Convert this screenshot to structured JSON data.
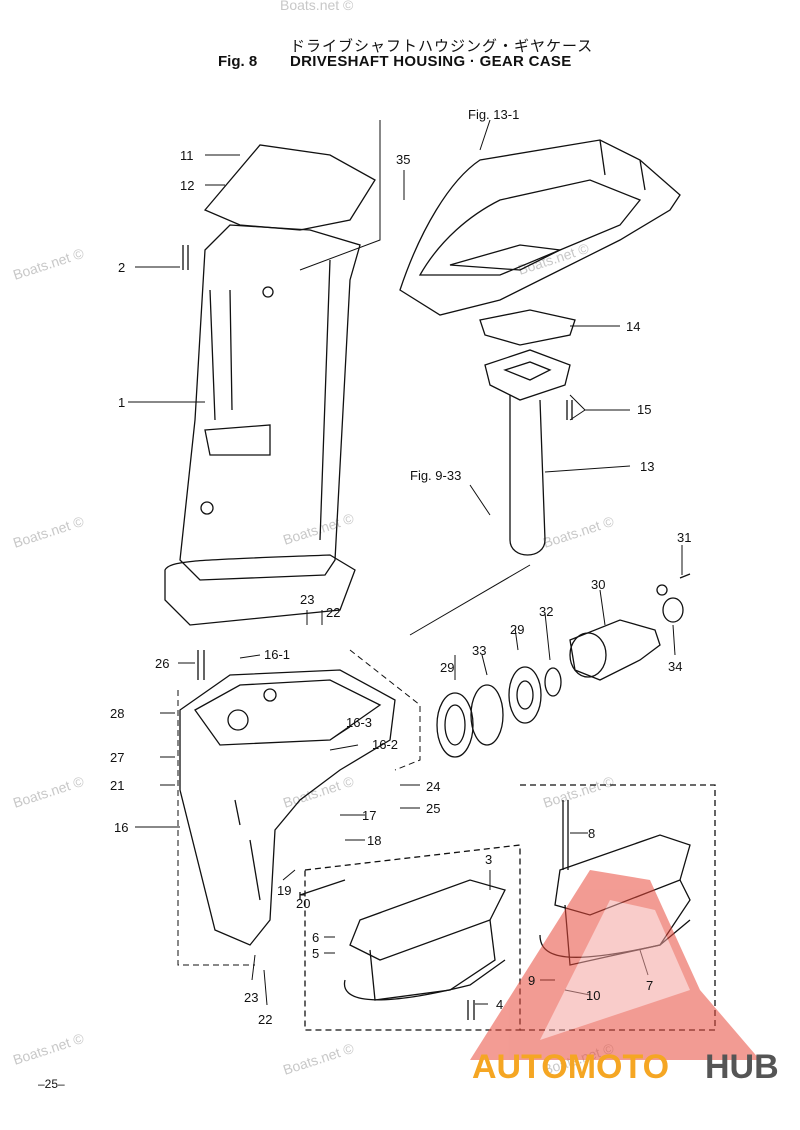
{
  "header": {
    "japanese_title": "ドライブシャフトハウジング・ギヤケース",
    "fig_label": "Fig. 8",
    "english_title": "DRIVESHAFT HOUSING · GEAR CASE"
  },
  "references": {
    "fig13": "Fig. 13-1",
    "fig9": "Fig. 9-33"
  },
  "watermark": "Boats.net ©",
  "page_number": "–25–",
  "logo": {
    "part1": "AUTOMOTO",
    "part2": "HUB",
    "color1": "#f5a623",
    "color2": "#555555",
    "accent": "#e94b3c"
  },
  "parts": {
    "p1": "1",
    "p2": "2",
    "p3": "3",
    "p4": "4",
    "p5": "5",
    "p6": "6",
    "p7": "7",
    "p8": "8",
    "p9": "9",
    "p10": "10",
    "p11": "11",
    "p12": "12",
    "p13": "13",
    "p14": "14",
    "p15": "15",
    "p16": "16",
    "p16_1": "16-1",
    "p16_2": "16-2",
    "p16_3": "16-3",
    "p17": "17",
    "p18": "18",
    "p19": "19",
    "p20": "20",
    "p21": "21",
    "p22a": "22",
    "p22b": "22",
    "p23a": "23",
    "p23b": "23",
    "p24": "24",
    "p25": "25",
    "p26": "26",
    "p27": "27",
    "p28": "28",
    "p29a": "29",
    "p29b": "29",
    "p30": "30",
    "p31": "31",
    "p32": "32",
    "p33": "33",
    "p34": "34",
    "p35": "35"
  }
}
